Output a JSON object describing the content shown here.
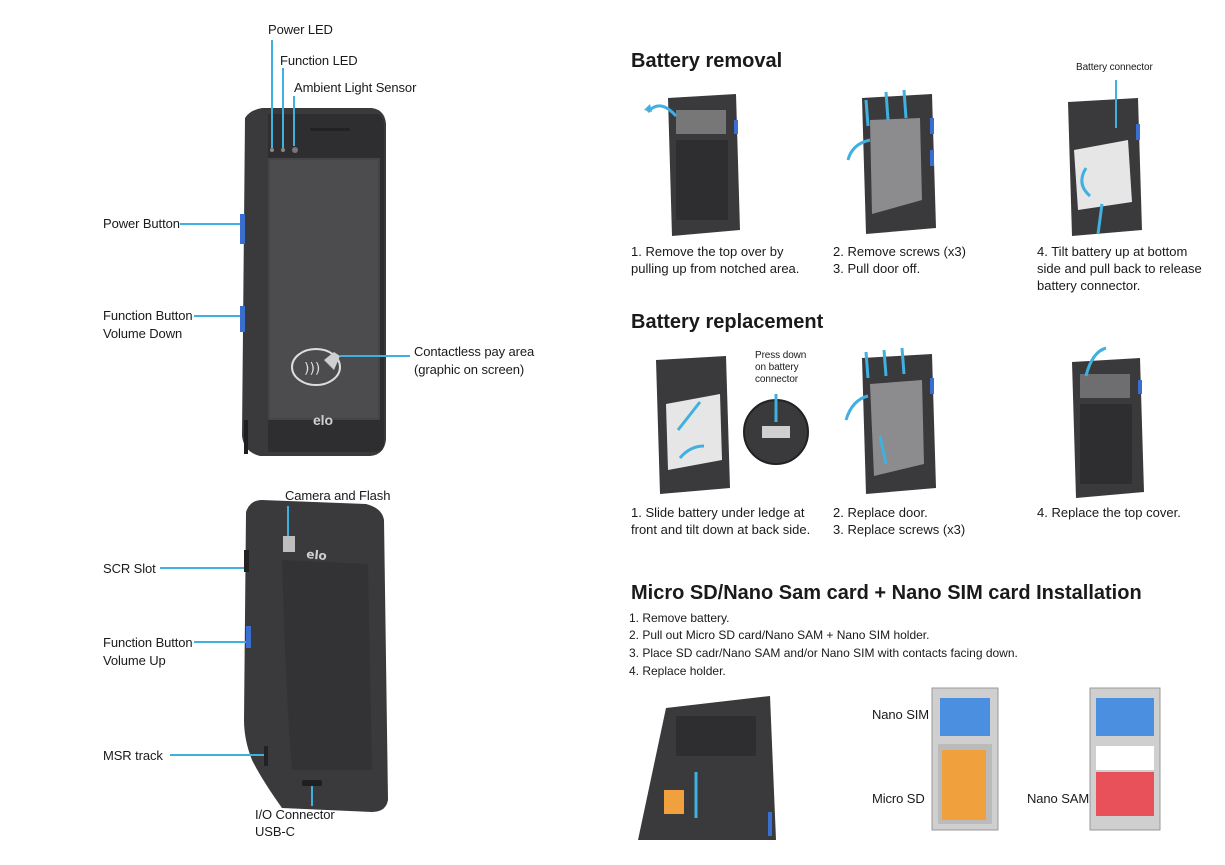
{
  "front_labels": {
    "power_led": "Power LED",
    "function_led": "Function LED",
    "ambient_light_sensor": "Ambient Light Sensor",
    "power_button": "Power Button",
    "function_button_down_1": "Function Button",
    "function_button_down_2": "Volume Down",
    "contactless_1": "Contactless pay area",
    "contactless_2": "(graphic on screen)",
    "logo": "elo"
  },
  "back_labels": {
    "camera_flash": "Camera and Flash",
    "scr_slot": "SCR Slot",
    "function_button_up_1": "Function Button",
    "function_button_up_2": "Volume Up",
    "msr_track": "MSR track",
    "io_connector_1": "I/O Connector",
    "io_connector_2": "USB-C"
  },
  "battery_removal": {
    "title": "Battery removal",
    "battery_connector": "Battery connector",
    "step1": "1. Remove the top over by\npulling up from notched area.",
    "step2": "2. Remove screws (x3)\n3. Pull door off.",
    "step4": "4. Tilt battery up at bottom\nside and pull back to release\nbattery connector."
  },
  "battery_replacement": {
    "title": "Battery replacement",
    "press_down": "Press down\non battery\nconnector",
    "step1": "1. Slide battery under ledge at\nfront and tilt down at back side.",
    "step2": "2. Replace door.\n3. Replace screws (x3)",
    "step4": "4. Replace the top cover."
  },
  "sim_install": {
    "title": "Micro SD/Nano Sam card + Nano SIM card Installation",
    "steps": [
      "1. Remove battery.",
      "2. Pull out Micro SD card/Nano SAM + Nano SIM holder.",
      "3. Place SD cadr/Nano SAM and/or Nano SIM with contacts facing down.",
      "4. Replace holder."
    ],
    "nano_sim_label": "Nano SIM",
    "micro_sd_label": "Micro SD",
    "nano_sam_label": "Nano SAM"
  },
  "colors": {
    "leader": "#3fb0e0",
    "device_dark": "#3a3a3c",
    "nano_sim": "#4a8fe0",
    "micro_sd": "#f0a03c",
    "nano_sam": "#e8505a"
  }
}
